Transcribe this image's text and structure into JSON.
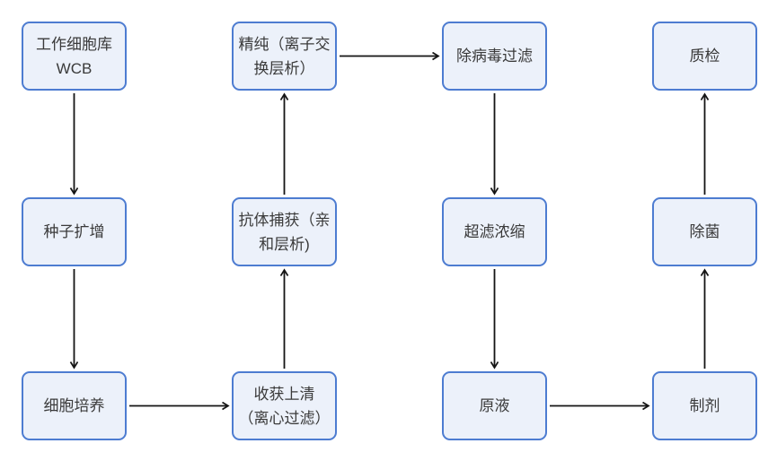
{
  "diagram": {
    "background_color": "#ffffff",
    "node_fill_color": "#ecf1fa",
    "node_border_color": "#4d7cd1",
    "text_color": "#3a3a3a",
    "arrow_color": "#141414",
    "nodes": [
      {
        "id": "working-cell-bank",
        "col": 0,
        "row": 0,
        "lines": [
          "工作细胞库",
          "WCB"
        ]
      },
      {
        "id": "seed-expansion",
        "col": 0,
        "row": 1,
        "lines": [
          "种子扩增"
        ]
      },
      {
        "id": "cell-culture",
        "col": 0,
        "row": 2,
        "lines": [
          "细胞培养"
        ]
      },
      {
        "id": "polishing",
        "col": 1,
        "row": 0,
        "lines": [
          "精纯（离子交",
          "换层析）"
        ]
      },
      {
        "id": "antibody-capture",
        "col": 1,
        "row": 1,
        "lines": [
          "抗体捕获（亲",
          "和层析)"
        ]
      },
      {
        "id": "harvest-supernatant",
        "col": 1,
        "row": 2,
        "lines": [
          "收获上清",
          "（离心过滤）"
        ]
      },
      {
        "id": "virus-filtration",
        "col": 2,
        "row": 0,
        "lines": [
          "除病毒过滤"
        ]
      },
      {
        "id": "ultrafiltration",
        "col": 2,
        "row": 1,
        "lines": [
          "超滤浓缩"
        ]
      },
      {
        "id": "bulk-solution",
        "col": 2,
        "row": 2,
        "lines": [
          "原液"
        ]
      },
      {
        "id": "quality-check",
        "col": 3,
        "row": 0,
        "lines": [
          "质检"
        ]
      },
      {
        "id": "sterile-filtration",
        "col": 3,
        "row": 1,
        "lines": [
          "除菌"
        ]
      },
      {
        "id": "formulation",
        "col": 3,
        "row": 2,
        "lines": [
          "制剂"
        ]
      }
    ],
    "edges": [
      {
        "from": "working-cell-bank",
        "to": "seed-expansion"
      },
      {
        "from": "seed-expansion",
        "to": "cell-culture"
      },
      {
        "from": "cell-culture",
        "to": "harvest-supernatant"
      },
      {
        "from": "harvest-supernatant",
        "to": "antibody-capture"
      },
      {
        "from": "antibody-capture",
        "to": "polishing"
      },
      {
        "from": "polishing",
        "to": "virus-filtration"
      },
      {
        "from": "virus-filtration",
        "to": "ultrafiltration"
      },
      {
        "from": "ultrafiltration",
        "to": "bulk-solution"
      },
      {
        "from": "bulk-solution",
        "to": "formulation"
      },
      {
        "from": "formulation",
        "to": "sterile-filtration"
      },
      {
        "from": "sterile-filtration",
        "to": "quality-check"
      }
    ]
  }
}
